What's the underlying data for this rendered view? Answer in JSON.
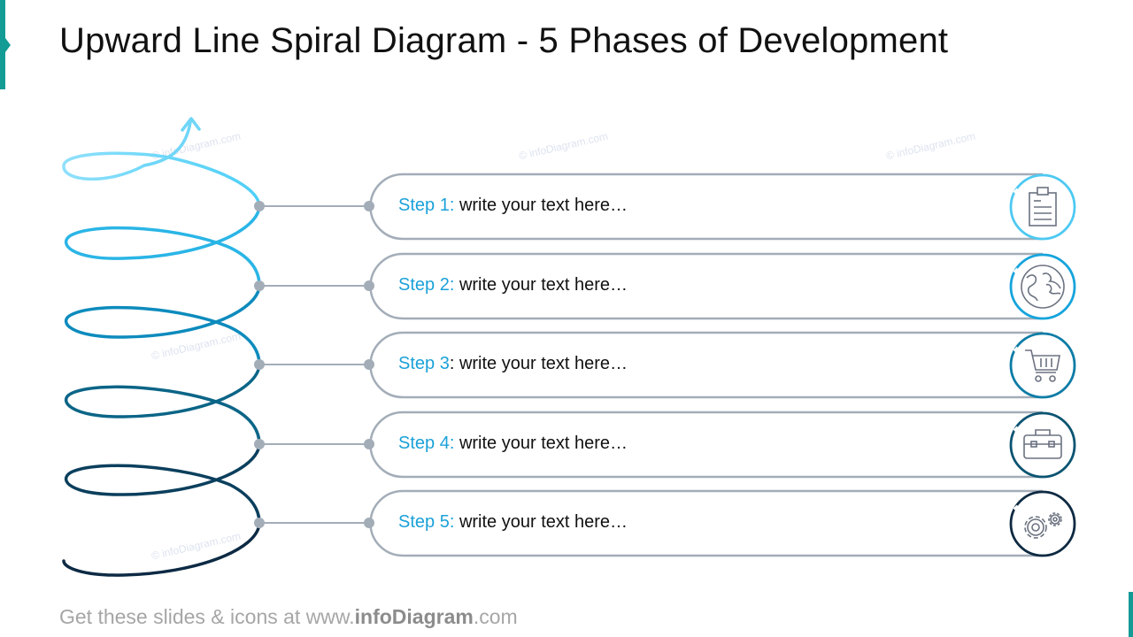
{
  "title": "Upward Line Spiral Diagram - 5 Phases of Development",
  "watermark": "© infoDiagram.com",
  "colors": {
    "accent": "#139b95",
    "connector": "#a3adb8",
    "step_label": "#1ba1d8",
    "spiral": [
      "#5ad3f8",
      "#12a2da",
      "#0a7aa5",
      "#0b5473",
      "#0d2a44"
    ]
  },
  "steps": [
    {
      "label": "Step 1:",
      "sep": "",
      "text": " write your text here…",
      "icon": "clipboard-icon",
      "color": "#4dc9f2"
    },
    {
      "label": "Step 2:",
      "sep": "",
      "text": " write your text here…",
      "icon": "globe-icon",
      "color": "#16a4dc"
    },
    {
      "label": "Step 3",
      "sep": ":",
      "text": " write your text here…",
      "icon": "shopping-cart-icon",
      "color": "#0c7ca6"
    },
    {
      "label": "Step 4:",
      "sep": "",
      "text": " write your text here…",
      "icon": "toolbox-icon",
      "color": "#0b5472"
    },
    {
      "label": "Step 5:",
      "sep": "",
      "text": " write your text here…",
      "icon": "gears-icon",
      "color": "#0e2a42"
    }
  ],
  "footer": {
    "prefix": "Get these slides & icons at www.",
    "brand": "infoDiagram",
    "suffix": ".com"
  }
}
